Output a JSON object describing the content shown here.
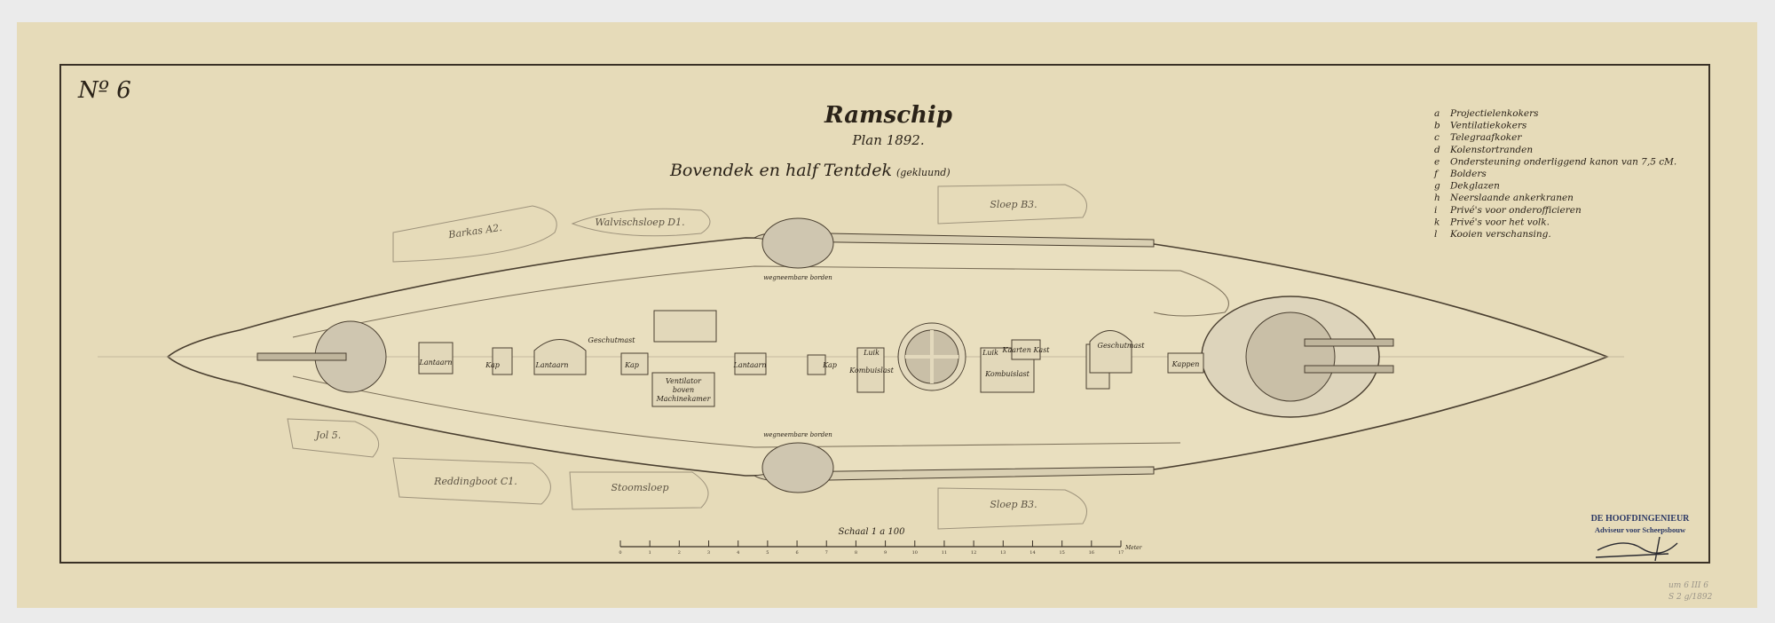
{
  "sheet": {
    "number": "Nº 6",
    "title": "Ramschip",
    "subtitle": "Plan 1892.",
    "heading": "Bovendek en half Tentdek",
    "heading_note": "(gekluund)"
  },
  "legend": [
    {
      "key": "a",
      "text": "Projectielenkokers"
    },
    {
      "key": "b",
      "text": "Ventilatiekokers"
    },
    {
      "key": "c",
      "text": "Telegraafkoker"
    },
    {
      "key": "d",
      "text": "Kolenstortranden"
    },
    {
      "key": "e",
      "text": "Ondersteuning onderliggend kanon van 7,5 cM."
    },
    {
      "key": "f",
      "text": "Bolders"
    },
    {
      "key": "g",
      "text": "Dekglazen"
    },
    {
      "key": "h",
      "text": "Neerslaande ankerkranen"
    },
    {
      "key": "i",
      "text": "Privé's voor onderofficieren"
    },
    {
      "key": "k",
      "text": "Privé's voor het volk."
    },
    {
      "key": "l",
      "text": "Kooien verschansing."
    }
  ],
  "boats": {
    "barkas": "Barkas A2.",
    "walvischsloep": "Walvischsloep D1.",
    "sloep_top": "Sloep B3.",
    "jol": "Jol 5.",
    "reddingboot": "Reddingboot C1.",
    "stoomsloep": "Stoomsloep",
    "sloep_bottom": "Sloep B3."
  },
  "deck_labels": {
    "lantaarn_1": "Lantaarn",
    "kap_1": "Kap",
    "lantaarn_2": "Lantaarn",
    "geschutmast_aft": "Geschutmast",
    "kap_2": "Kap",
    "ventilator": [
      "Ventilator",
      "boven",
      "Machinekamer"
    ],
    "lantaarn_3": "Lantaarn",
    "kap_3": "Kap",
    "luik_1": "Luik",
    "kombuislast_1": "Kombuislast",
    "luik_2": "Luik",
    "kaartenkast": "Kaarten Kast",
    "kombuislast_2": "Kombuislast",
    "geschutmast_fwd": "Geschutmast",
    "kappen": "Kappen",
    "wegneembare_top": "wegneembare borden",
    "wegneembare_bottom": "wegneembare borden"
  },
  "scale": {
    "label": "Schaal 1 a 100",
    "ticks": [
      "0",
      "1",
      "2",
      "3",
      "4",
      "5",
      "6",
      "7",
      "8",
      "9",
      "10",
      "11",
      "12",
      "13",
      "14",
      "15",
      "16",
      "17"
    ],
    "unit": "Meter"
  },
  "stamp": {
    "line1": "DE HOOFDINGENIEUR",
    "line2": "Adviseur voor Scheepsbouw",
    "signature": "signature"
  },
  "archive_note": [
    "um 6 III 6",
    "S 2 g/1892"
  ],
  "colors": {
    "paper": "#e6dbb9",
    "ink": "#3a3126",
    "wash": "#c9bfa7",
    "stamp": "#2d3a66"
  }
}
